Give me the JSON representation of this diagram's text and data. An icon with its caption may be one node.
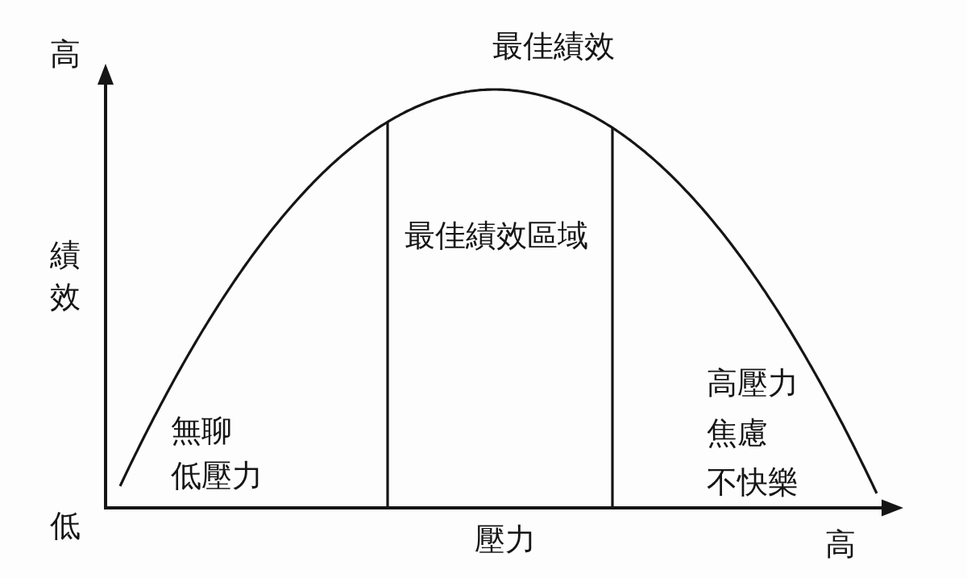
{
  "diagram": {
    "title": "最佳績效",
    "labels": [
      "高",
      "績效",
      "低",
      "最佳績效區域",
      "無聊",
      "低壓力",
      "高壓力",
      "焦慮",
      "不快樂",
      "壓力",
      "高"
    ]
  }
}
